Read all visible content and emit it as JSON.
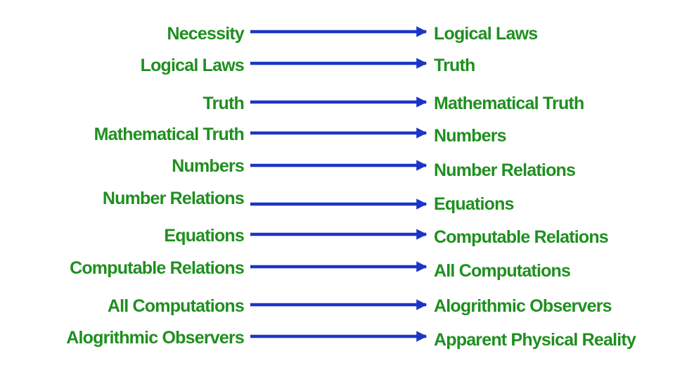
{
  "colors": {
    "text": "#1f8f1f",
    "arrow": "#1b36c6",
    "background": "#ffffff"
  },
  "relations": [
    {
      "from": "Necessity",
      "to": "Logical Laws"
    },
    {
      "from": "Logical Laws",
      "to": "Truth"
    },
    {
      "from": "Truth",
      "to": "Mathematical Truth"
    },
    {
      "from": "Mathematical Truth",
      "to": "Numbers"
    },
    {
      "from": "Numbers",
      "to": "Number Relations"
    },
    {
      "from": "Number Relations",
      "to": "Equations"
    },
    {
      "from": "Equations",
      "to": "Computable Relations"
    },
    {
      "from": "Computable Relations",
      "to": "All Computations"
    },
    {
      "from": "All Computations",
      "to": "Alogrithmic Observers"
    },
    {
      "from": "Alogrithmic Observers",
      "to": "Apparent Physical Reality"
    }
  ]
}
